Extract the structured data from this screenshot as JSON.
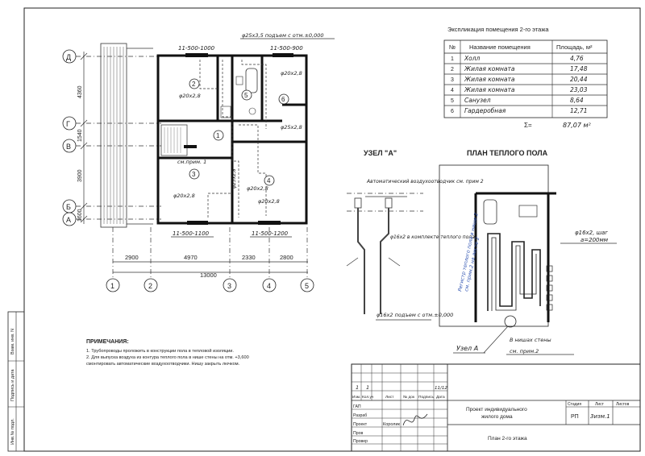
{
  "stamp_vertical": [
    "Инв.№ подл.",
    "Подпись и дата",
    "Взам. инв. N"
  ],
  "explication": {
    "title": "Экспликация помещения 2-го этажа",
    "headers": [
      "№",
      "Название помещения",
      "Площадь, м²"
    ],
    "rows": [
      {
        "no": "1",
        "name": "Холл",
        "area": "4,76"
      },
      {
        "no": "2",
        "name": "Жилая комната",
        "area": "17,48"
      },
      {
        "no": "3",
        "name": "Жилая комната",
        "area": "20,44"
      },
      {
        "no": "4",
        "name": "Жилая комната",
        "area": "23,03"
      },
      {
        "no": "5",
        "name": "Санузел",
        "area": "8,64"
      },
      {
        "no": "6",
        "name": "Гардеробная",
        "area": "12,71"
      }
    ],
    "total_label": "Σ=",
    "total_value": "87,07 м²"
  },
  "plan": {
    "axes_rows": [
      "Д",
      "Г",
      "В",
      "Б",
      "А"
    ],
    "axes_cols": [
      "1",
      "2",
      "3",
      "4",
      "5"
    ],
    "dims_left": [
      "4360",
      "1540",
      "3900",
      "1600"
    ],
    "dims_bottom": [
      "2900",
      "4970",
      "2330",
      "2800"
    ],
    "dim_total": "13000",
    "rooms": [
      "1",
      "2",
      "3",
      "4",
      "5",
      "6"
    ],
    "top_label": "φ25х3,5 подъем с отм.±0,000",
    "labels": {
      "unit_1000": "11-500-1000",
      "unit_900": "11-500-900",
      "unit_1100": "11-500-1100",
      "unit_1200": "11-500-1200",
      "pipe_room2": "φ20х2,8",
      "pipe_room3": "φ20х2,8",
      "pipe_room4": "φ20х2,8",
      "pipe_room6a": "φ20х2,8",
      "pipe_room6b": "φ25х2,8",
      "pipe_hall": "φ20х2,8",
      "note_ref": "см.прим. 1",
      "diag_1": "φ25х2,8"
    }
  },
  "node_a": {
    "title": "УЗЕЛ \"А\"",
    "label_auto": "Автоматический воздухоотводчик см. прим 2",
    "label_pipe1": "φ16х2 в комплекте теплого пола",
    "label_pipe2": "φ16х2 подъем с отм.±0,000"
  },
  "floor_heating": {
    "title": "ПЛАН ТЕПЛОГО ПОЛА",
    "label_blue": "Регистр теплого пола в нише 2",
    "label_blue2": "см. прим.2 на листе 2",
    "label_pipe": "φ16х2, шаг",
    "label_step": "а=200мм",
    "label_niche": "В нишах стены",
    "label_niche2": "см. прим.2",
    "label_node": "Узел А"
  },
  "notes": {
    "title": "ПРИМЕЧАНИЯ:",
    "items": [
      "1. Трубопроводы проложить в конструкции пола в тепловой изоляции.",
      "2. Для выпуска воздуха из контура теплого пола в нише стены на отм. +3,600",
      "смонтировать автоматические воздухоотводчики. Нишу закрыть лючком."
    ]
  },
  "title_block": {
    "header_cells": [
      "Изм.",
      "Кол.уч",
      "Лист",
      "№ док",
      "Подпись",
      "Дата"
    ],
    "top_row_vals": [
      "1",
      "1",
      "11/12"
    ],
    "rows": [
      "ГАП",
      "Разраб",
      "Проект",
      "Пров",
      "Провер"
    ],
    "author": "Королик",
    "project_title": "Проект индивидуального жилого дома",
    "stage_header": "Стадия",
    "sheet_header": "Лист",
    "sheets_header": "Листов",
    "stage": "РП",
    "sheet": "3изм.1",
    "sheets": "",
    "drawing_title": "План 2-го этажа"
  }
}
